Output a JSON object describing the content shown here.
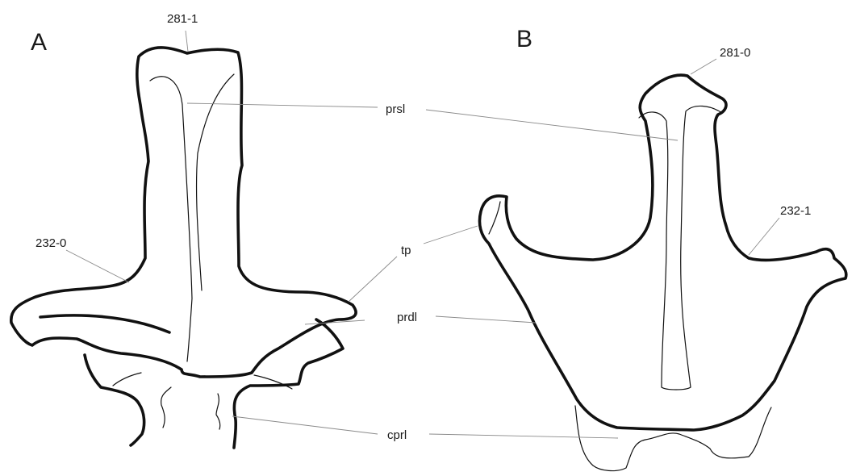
{
  "panels": {
    "a": "A",
    "b": "B"
  },
  "labels": {
    "a_281": "281-1",
    "a_232": "232-0",
    "b_281": "281-0",
    "b_232": "232-1",
    "prsl": "prsl",
    "tp": "tp",
    "prdl": "prdl",
    "cprl": "cprl"
  },
  "colors": {
    "outline": "#111111",
    "leader": "#8a8a8a",
    "background": "#ffffff"
  }
}
